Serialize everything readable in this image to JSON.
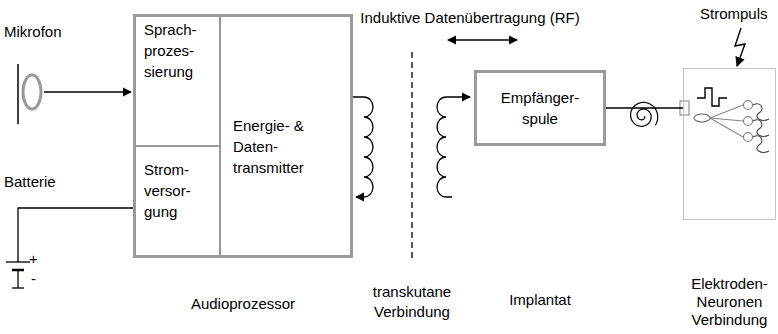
{
  "diagram": {
    "title": "Induktive Datenübertragung (RF)",
    "nodes": [
      {
        "text": [
          "Audioprozessor"
        ]
      },
      {
        "text": [
          "Sprach- prozes- sierung"
        ],
        "in": 0
      },
      {
        "text": [
          "Strom- versor- gung"
        ],
        "in": 0
      },
      {
        "text": [
          "Energie- & Daten- transmitter"
        ],
        "in": 0
      },
      {
        "text": [
          "Empfänger- spule"
        ]
      },
      {
        "text": [
          "Elektroden- Neuronen Verbindung"
        ]
      }
    ],
    "edges": [
      {
        "from": 4,
        "to": 5,
        "arrow": "none"
      }
    ],
    "labels": [
      "Mikrofon",
      "Batterie",
      "+",
      "-",
      "transkutane Verbindung",
      "Implantat",
      "Strompuls"
    ]
  }
}
